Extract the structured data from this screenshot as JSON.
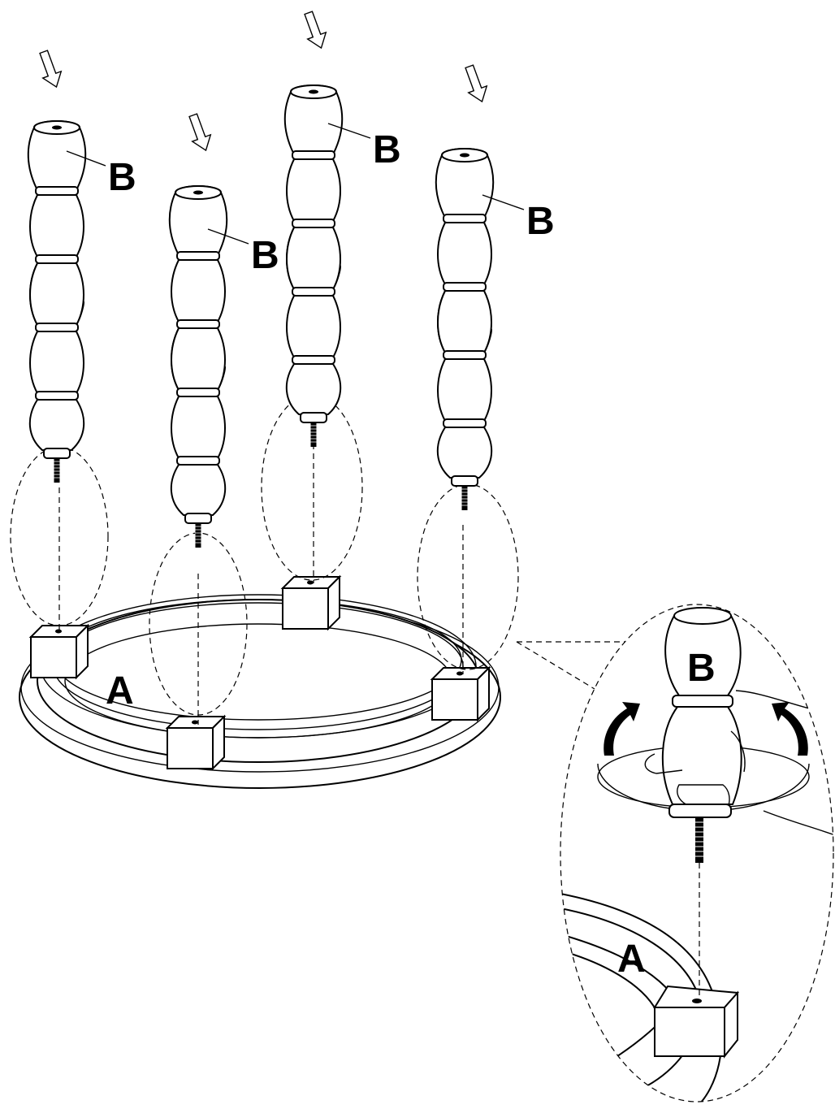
{
  "labels": {
    "part_a": "A",
    "part_b": "B"
  },
  "legs": [
    {
      "label": "B"
    },
    {
      "label": "B"
    },
    {
      "label": "B"
    },
    {
      "label": "B"
    }
  ],
  "detail": {
    "part_a": "A",
    "part_b": "B"
  }
}
